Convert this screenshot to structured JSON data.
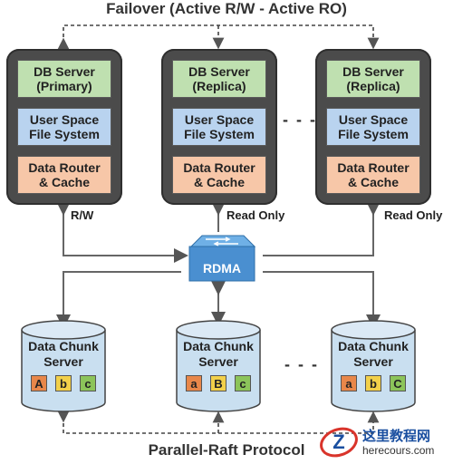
{
  "title_top": "Failover (Active R/W - Active RO)",
  "title_bottom": "Parallel-Raft Protocol",
  "servers": [
    {
      "db": "DB Server",
      "role": "(Primary)",
      "fs1": "User Space",
      "fs2": "File System",
      "dr1": "Data Router",
      "dr2": "& Cache",
      "access": "R/W"
    },
    {
      "db": "DB Server",
      "role": "(Replica)",
      "fs1": "User Space",
      "fs2": "File System",
      "dr1": "Data Router",
      "dr2": "& Cache",
      "access": "Read Only"
    },
    {
      "db": "DB Server",
      "role": "(Replica)",
      "fs1": "User Space",
      "fs2": "File System",
      "dr1": "Data Router",
      "dr2": "& Cache",
      "access": "Read Only"
    }
  ],
  "ellipsis": "- - -",
  "rdma_label": "RDMA",
  "chunks": [
    {
      "line1": "Data Chunk",
      "line2": "Server",
      "blocks": [
        "A",
        "b",
        "c"
      ]
    },
    {
      "line1": "Data Chunk",
      "line2": "Server",
      "blocks": [
        "a",
        "B",
        "c"
      ]
    },
    {
      "line1": "Data Chunk",
      "line2": "Server",
      "blocks": [
        "a",
        "b",
        "C"
      ]
    }
  ],
  "watermark": {
    "name": "这里教程网",
    "url": "herecours.com",
    "logo": "Z"
  },
  "colors": {
    "db": "#bfe0b0",
    "fs": "#b9d3ef",
    "router": "#f7c7a8",
    "server_bg": "#4b4b4b",
    "chunk": "#c9dff0",
    "rdma": "#4a8fd0"
  }
}
